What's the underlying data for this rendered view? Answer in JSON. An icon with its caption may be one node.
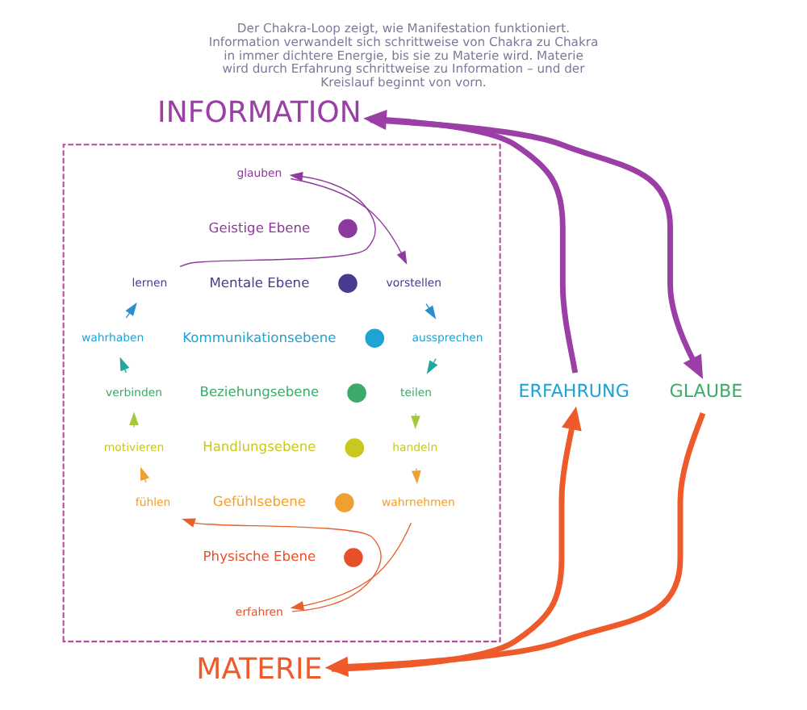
{
  "diagram": {
    "title": "Der Chakra-Loop zeigt, wie Manifestation funktioniert. Information verwandelt sich schrittweise von Chakra zu Chakra in immer dichtere Energie, bis sie zu Materie wird. Materie wird durch Erfahrung schrittweise zu Information – und der Kreislauf beginnt von vorn.",
    "nodes": [
      {
        "text": [
          "INFORMATION"
        ]
      },
      {
        "text": [],
        "shape": "box"
      },
      {
        "text": [
          "glauben"
        ],
        "in": 1
      },
      {
        "text": [
          "Geistige Ebene"
        ],
        "in": 1
      },
      {
        "text": [],
        "shape": "circle",
        "in": 1
      },
      {
        "text": [
          "lernen"
        ],
        "in": 1
      },
      {
        "text": [
          "Mentale Ebene"
        ],
        "in": 1
      },
      {
        "text": [],
        "shape": "circle",
        "in": 1
      },
      {
        "text": [
          "vorstellen"
        ],
        "in": 1
      },
      {
        "text": [
          "wahrhaben"
        ],
        "in": 1
      },
      {
        "text": [
          "Kommunikationsebene"
        ],
        "in": 1
      },
      {
        "text": [],
        "shape": "circle",
        "in": 1
      },
      {
        "text": [
          "aussprechen"
        ],
        "in": 1
      },
      {
        "text": [
          "verbinden"
        ],
        "in": 1
      },
      {
        "text": [
          "Beziehungsebene"
        ],
        "in": 1
      },
      {
        "text": [],
        "shape": "circle",
        "in": 1
      },
      {
        "text": [
          "teilen"
        ],
        "in": 1
      },
      {
        "text": [
          "motivieren"
        ],
        "in": 1
      },
      {
        "text": [
          "Handlungsebene"
        ],
        "in": 1
      },
      {
        "text": [],
        "shape": "circle",
        "in": 1
      },
      {
        "text": [
          "handeln"
        ],
        "in": 1
      },
      {
        "text": [
          "fühlen"
        ],
        "in": 1
      },
      {
        "text": [
          "Gefühlsebene"
        ],
        "in": 1
      },
      {
        "text": [],
        "shape": "circle",
        "in": 1
      },
      {
        "text": [
          "wahrnehmen"
        ],
        "in": 1
      },
      {
        "text": [
          "Physische Ebene"
        ],
        "in": 1
      },
      {
        "text": [],
        "shape": "circle",
        "in": 1
      },
      {
        "text": [
          "erfahren"
        ],
        "in": 1
      },
      {
        "text": [
          "ERFAHRUNG"
        ]
      },
      {
        "text": [
          "GLAUBE"
        ]
      },
      {
        "text": [
          "MATERIE"
        ]
      }
    ],
    "edges": [
      {
        "from": 28,
        "to": 0,
        "arrow": "to",
        "style": "thick",
        "color": "#9b3fa6"
      },
      {
        "from": 0,
        "to": 29,
        "arrow": "to",
        "style": "thick",
        "color": "#9b3fa6"
      },
      {
        "from": 29,
        "to": 30,
        "arrow": "to",
        "style": "thick",
        "color": "#ee5a2a"
      },
      {
        "from": 30,
        "to": 28,
        "arrow": "to",
        "style": "thick",
        "color": "#ee5a2a"
      },
      {
        "from": 2,
        "to": 8,
        "arrow": "to",
        "color": "#8e3a9d"
      },
      {
        "from": 8,
        "to": 12,
        "arrow": "to",
        "color": "#2a8fd0"
      },
      {
        "from": 12,
        "to": 16,
        "arrow": "to",
        "color": "#1fa8a0"
      },
      {
        "from": 16,
        "to": 20,
        "arrow": "to",
        "color": "#a6c83a"
      },
      {
        "from": 20,
        "to": 24,
        "arrow": "to",
        "color": "#f0a030"
      },
      {
        "from": 24,
        "to": 27,
        "arrow": "to",
        "color": "#e8602a"
      },
      {
        "from": 27,
        "to": 21,
        "arrow": "to",
        "color": "#e8602a"
      },
      {
        "from": 21,
        "to": 17,
        "arrow": "to",
        "color": "#f0a030"
      },
      {
        "from": 17,
        "to": 13,
        "arrow": "to",
        "color": "#a6c83a"
      },
      {
        "from": 13,
        "to": 9,
        "arrow": "to",
        "color": "#1fa8a0"
      },
      {
        "from": 9,
        "to": 5,
        "arrow": "to",
        "color": "#2a8fd0"
      },
      {
        "from": 5,
        "to": 2,
        "arrow": "to",
        "color": "#8e3a9d"
      }
    ]
  }
}
